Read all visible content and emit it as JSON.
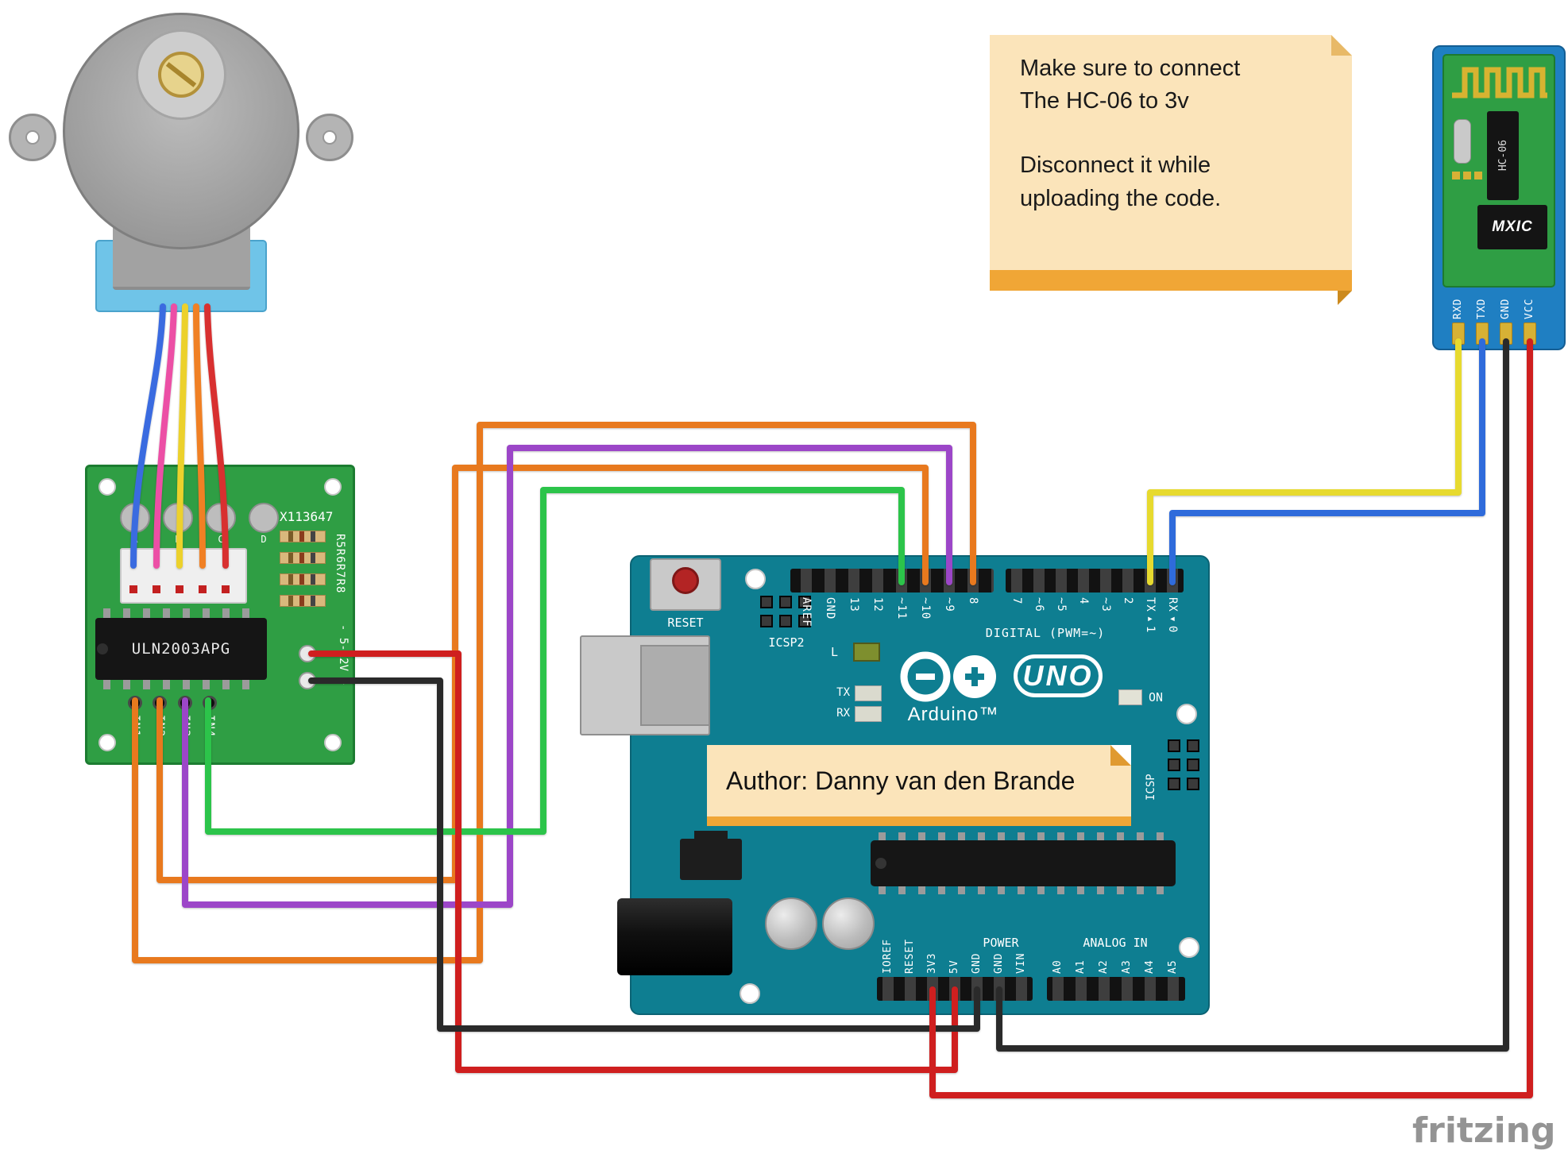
{
  "palette": {
    "arduino_teal": "#0e7e91",
    "pcb_green": "#2f9e44",
    "hc06_blue": "#1f7fc2",
    "note_bg": "#fbe4ba",
    "note_accent": "#f0a636",
    "wire_signal_orange": "#e8791e",
    "wire_signal_purple": "#9c46c8",
    "wire_signal_green": "#2cc44a",
    "wire_power_red": "#cf1f1f",
    "wire_power_black": "#2a2a2a",
    "wire_tx_yellow": "#e7da2f",
    "wire_rx_blue": "#2f6bdb",
    "wire_motor_blue": "#3a6be0",
    "wire_motor_pink": "#ec4fa5",
    "wire_motor_yellow": "#ecd12c",
    "wire_motor_orange": "#f08024",
    "wire_motor_red": "#d83030"
  },
  "sticky_note": {
    "line1": "Make sure to connect",
    "line2": "The HC-06 to 3v",
    "line3": "Disconnect it while",
    "line4": "uploading the code."
  },
  "author_note": {
    "text": "Author: Danny van den Brande"
  },
  "driver_board": {
    "part_number": "X113647",
    "pad_labels": [
      "A",
      "B",
      "C",
      "D"
    ],
    "resistor_label": "R5R6R7R8",
    "chip_label": "ULN2003APG",
    "power_label": "- 5-12V +",
    "pin_labels": [
      "IN1",
      "IN2",
      "IN3",
      "IN4"
    ]
  },
  "arduino": {
    "reset_label": "RESET",
    "icsp2_label": "ICSP2",
    "icsp_label": "ICSP",
    "digital_caption": "DIGITAL (PWM=~)",
    "digital_left": [
      "AREF",
      "GND",
      "13",
      "12",
      "~11",
      "~10",
      "~9",
      "8"
    ],
    "digital_right": [
      "7",
      "~6",
      "~5",
      "4",
      "~3",
      "2",
      "TX▸1",
      "RX◂0"
    ],
    "led_l_label": "L",
    "led_tx_label": "TX",
    "led_rx_label": "RX",
    "led_on_label": "ON",
    "model": "UNO",
    "brand": "Arduino™",
    "power_caption": "POWER",
    "power_pins": [
      "IOREF",
      "RESET",
      "3V3",
      "5V",
      "GND",
      "GND",
      "VIN"
    ],
    "analog_caption": "ANALOG IN",
    "analog_pins": [
      "A0",
      "A1",
      "A2",
      "A3",
      "A4",
      "A5"
    ]
  },
  "hc06": {
    "module_label": "HC-06",
    "chip_label": "MXIC",
    "pin_labels": [
      "RXD",
      "TXD",
      "GND",
      "VCC"
    ]
  },
  "watermark": "fritzing"
}
